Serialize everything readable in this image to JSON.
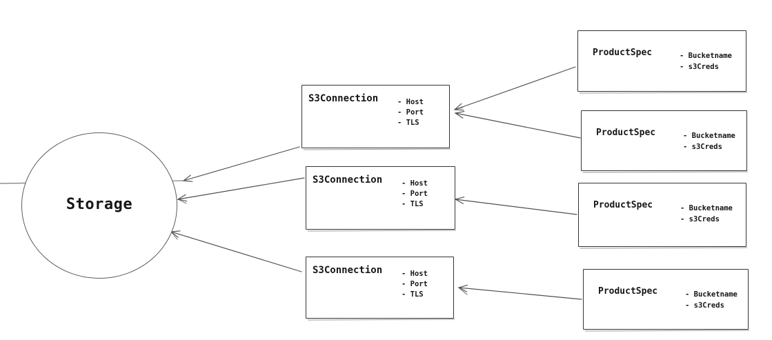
{
  "diagram": {
    "background_color": "#ffffff",
    "stroke_color": "#4f4f4f",
    "box_border_color": "#333333",
    "text_color": "#161616",
    "nodes": [
      {
        "id": "storage",
        "type": "circle",
        "label": "Storage",
        "attributes": []
      },
      {
        "id": "s3connection-1",
        "type": "class-box",
        "label": "S3Connection",
        "attributes": [
          "- Host",
          "- Port",
          "- TLS"
        ]
      },
      {
        "id": "s3connection-2",
        "type": "class-box",
        "label": "S3Connection",
        "attributes": [
          "- Host",
          "- Port",
          "- TLS"
        ]
      },
      {
        "id": "s3connection-3",
        "type": "class-box",
        "label": "S3Connection",
        "attributes": [
          "- Host",
          "- Port",
          "- TLS"
        ]
      },
      {
        "id": "productspec-1",
        "type": "class-box",
        "label": "ProductSpec",
        "attributes": [
          "- Bucketname",
          "- s3Creds"
        ]
      },
      {
        "id": "productspec-2",
        "type": "class-box",
        "label": "ProductSpec",
        "attributes": [
          "- Bucketname",
          "- s3Creds"
        ]
      },
      {
        "id": "productspec-3",
        "type": "class-box",
        "label": "ProductSpec",
        "attributes": [
          "- Bucketname",
          "- s3Creds"
        ]
      },
      {
        "id": "productspec-4",
        "type": "class-box",
        "label": "ProductSpec",
        "attributes": [
          "- Bucketname",
          "- s3Creds"
        ]
      }
    ],
    "edges": [
      {
        "from": "s3connection-1",
        "to": "storage"
      },
      {
        "from": "s3connection-2",
        "to": "storage"
      },
      {
        "from": "s3connection-3",
        "to": "storage"
      },
      {
        "from": "productspec-1",
        "to": "s3connection-1"
      },
      {
        "from": "productspec-2",
        "to": "s3connection-1"
      },
      {
        "from": "productspec-3",
        "to": "s3connection-2"
      },
      {
        "from": "productspec-4",
        "to": "s3connection-3"
      }
    ]
  }
}
